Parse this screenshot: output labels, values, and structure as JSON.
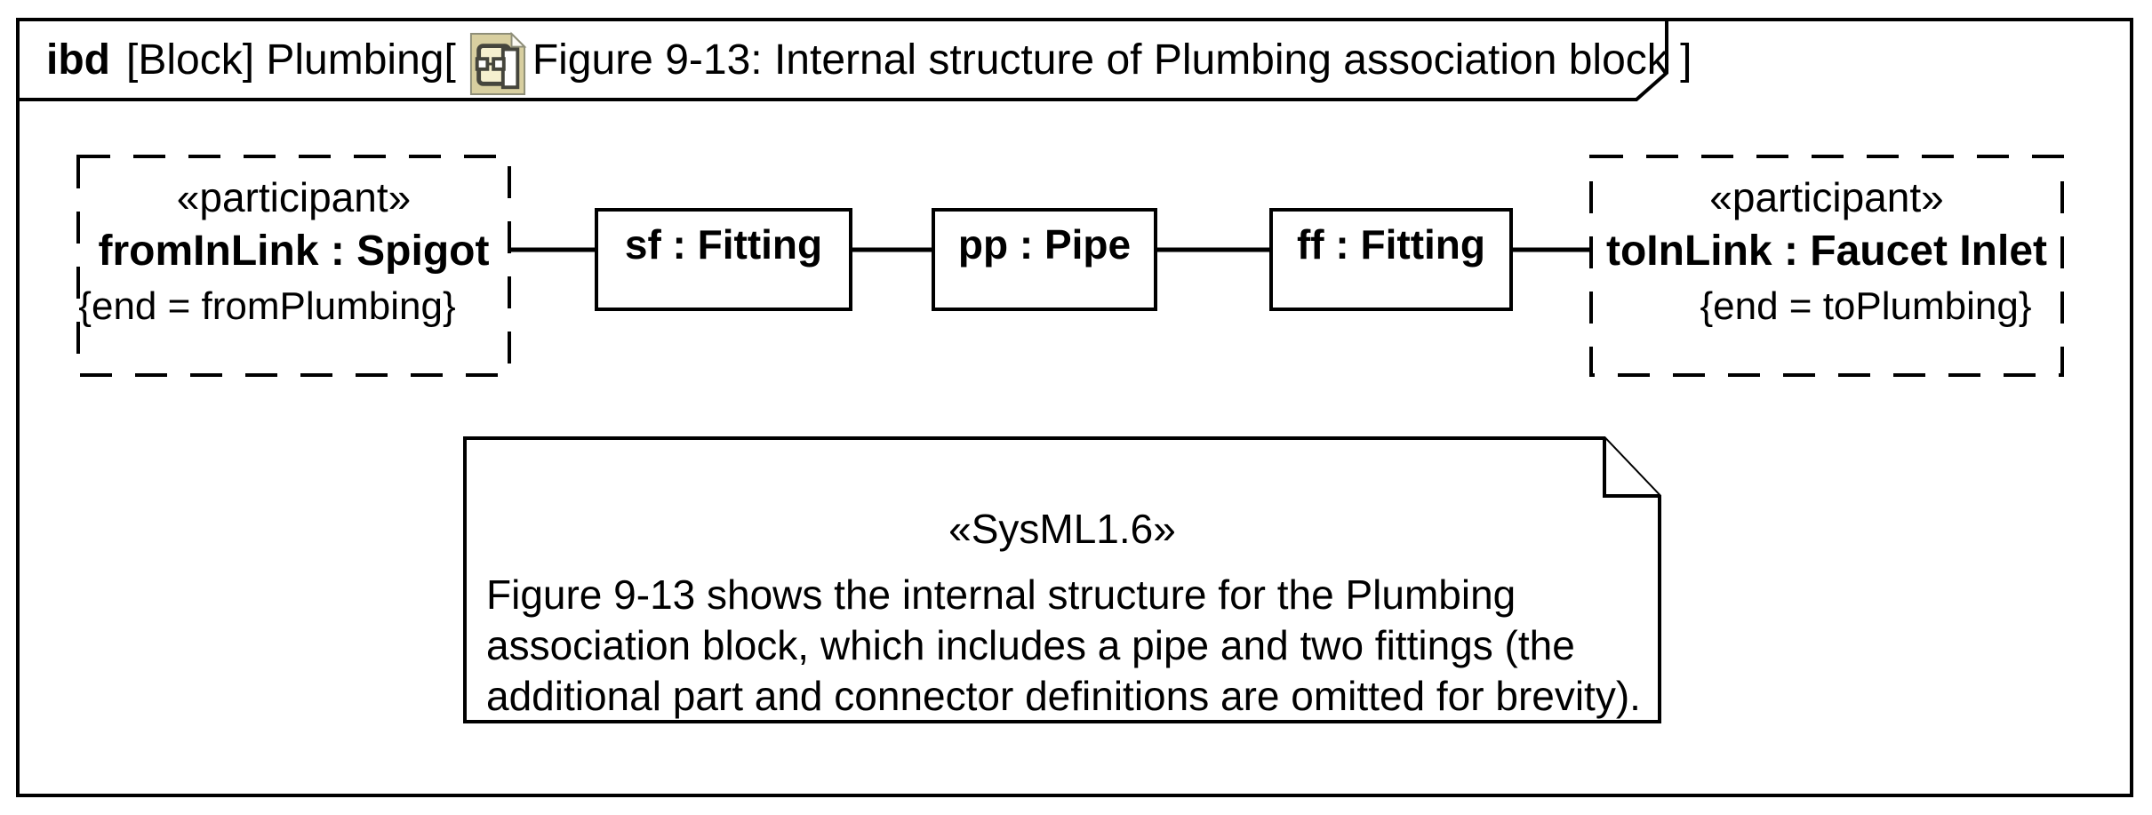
{
  "diagram": {
    "title": {
      "keyword": "ibd",
      "segment_before_icon": "[Block] Plumbing[",
      "segment_after_icon": "Figure 9-13: Internal structure of Plumbing association block ]"
    },
    "participants": {
      "left": {
        "stereotype": "«participant»",
        "name": "fromInLink : Spigot",
        "constraint": "{end = fromPlumbing}"
      },
      "right": {
        "stereotype": "«participant»",
        "name": "toInLink : Faucet Inlet",
        "constraint": "{end = toPlumbing}"
      }
    },
    "parts": [
      {
        "label": "sf : Fitting"
      },
      {
        "label": "pp : Pipe"
      },
      {
        "label": "ff : Fitting"
      }
    ],
    "note": {
      "stereotype": "«SysML1.6»",
      "lines": [
        "Figure 9-13 shows the internal structure for the Plumbing",
        "association block, which includes a pipe and two fittings (the",
        "additional part and connector definitions are omitted for brevity)."
      ]
    },
    "colors": {
      "line": "#000000",
      "background": "#ffffff",
      "icon_tan": "#d8cfa0",
      "icon_paper": "#f6f0cf",
      "icon_dark": "#45453c"
    }
  }
}
